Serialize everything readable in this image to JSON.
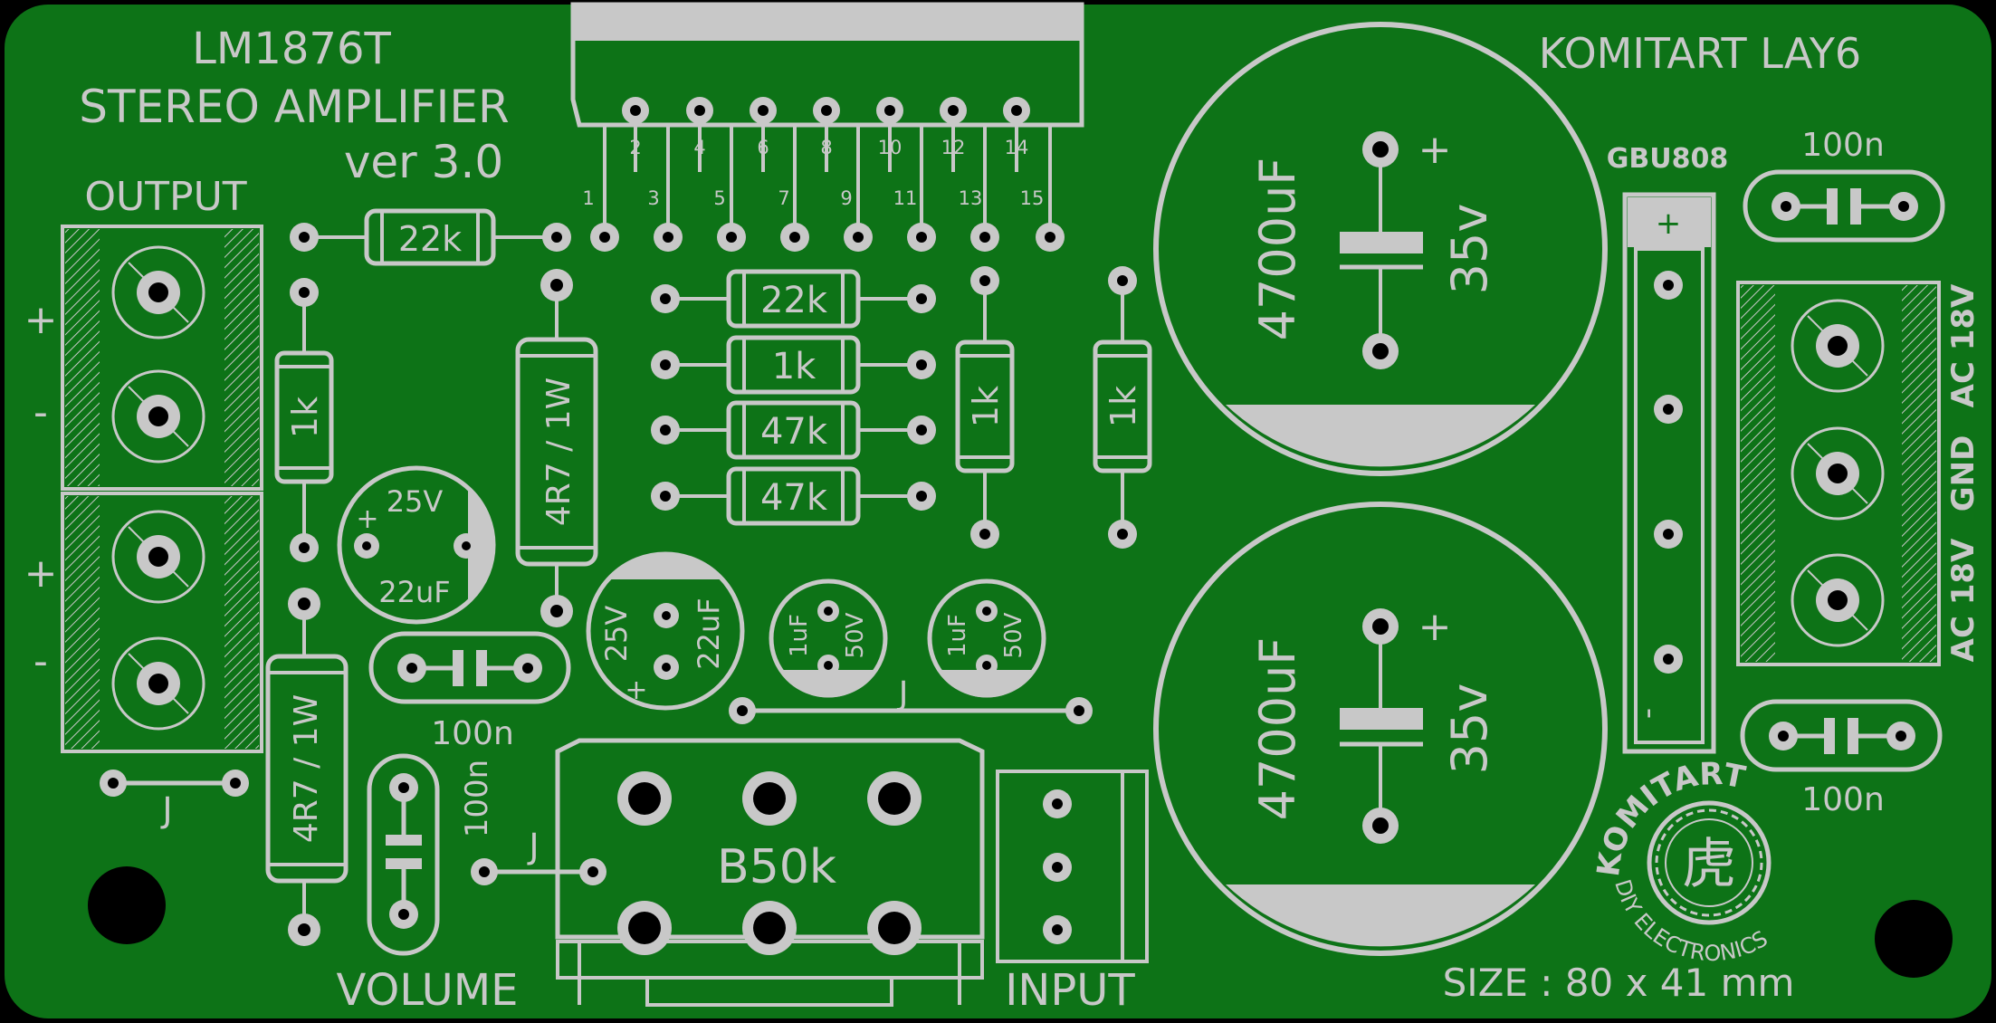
{
  "colors": {
    "board": "#0d7317",
    "silk": "#c8c8c8",
    "pad": "#c8c8c8",
    "hole": "#000000",
    "background": "#000000"
  },
  "title": {
    "chip": "LM1876T",
    "product": "STEREO AMPLIFIER",
    "version": "ver 3.0"
  },
  "brand_layout": "KOMITART LAY6",
  "size": "SIZE : 80 x 41 mm",
  "labels": {
    "output": "OUTPUT",
    "input": "INPUT",
    "volume": "VOLUME",
    "plus": "+",
    "minus": "-",
    "jumper": "J"
  },
  "ic_pins": {
    "top": [
      "2",
      "4",
      "6",
      "8",
      "10",
      "12",
      "14"
    ],
    "bottom": [
      "1",
      "3",
      "5",
      "7",
      "9",
      "11",
      "13",
      "15"
    ]
  },
  "components": {
    "r_feedback": "22k",
    "r_22k": "22k",
    "r_1k_mid": "1k",
    "r_47k_a": "47k",
    "r_47k_b": "47k",
    "r_1k_left": "1k",
    "r_1k_right_a": "1k",
    "r_1k_right_b": "1k",
    "r_zobel_top": "4R7 / 1W",
    "r_zobel_bottom": "4R7 / 1W",
    "cap_big_value": "4700uF",
    "cap_big_voltage": "35v",
    "cap_22uF_a_volt": "25V",
    "cap_22uF_a_val": "22uF",
    "cap_22uF_b_volt": "25V",
    "cap_22uF_b_val": "22uF",
    "cap_1uF_val": "1uF",
    "cap_1uF_volt": "50V",
    "film_cap": "100n",
    "bridge": "GBU808",
    "pot": "B50k"
  },
  "ac_terminal": {
    "ac1": "AC 18V",
    "gnd": "GND",
    "ac2": "AC 18V"
  },
  "logo": {
    "name": "KOMITART",
    "sub": "DIY ELECTRONICS",
    "glyph": "虎"
  }
}
